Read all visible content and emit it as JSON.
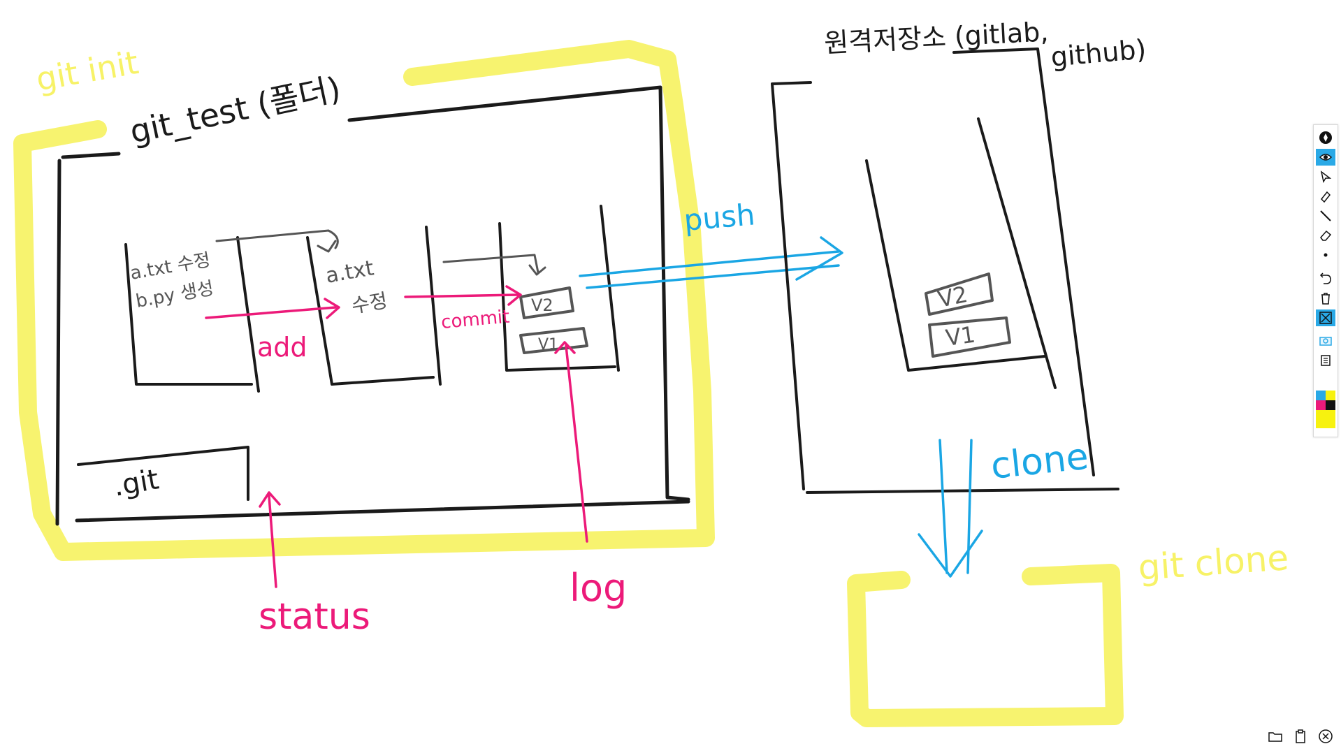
{
  "labels": {
    "git_init": "git init",
    "folder": "git_test (폴더)",
    "work_note_1": "a.txt 수정",
    "work_note_2": "b.py 생성",
    "staged_file": "a.txt",
    "staged_note": "수정",
    "add": "add",
    "commit": "commit",
    "v2": "V2",
    "v1": "V1",
    "git_dir": ".git",
    "status": "status",
    "log": "log",
    "push": "push",
    "remote_title_1": "원격저장소 (gitlab,",
    "remote_title_2": "github)",
    "clone": "clone",
    "git_clone": "git clone"
  },
  "colors": {
    "ink": "#1a1a1a",
    "gray": "#555555",
    "pink": "#ec1a79",
    "blue": "#1aa6e4",
    "yellow": "#f7f267"
  },
  "toolbar": {
    "items": [
      "pen-icon",
      "eye-icon",
      "pointer-icon",
      "highlighter-icon",
      "line-icon",
      "eraser-icon",
      "dot-icon",
      "undo-icon",
      "trash-icon",
      "close-box-icon",
      "camera-icon",
      "clipboard-icon"
    ],
    "active": [
      "eye-icon",
      "close-box-icon"
    ],
    "swatches": [
      "#2aa9e6",
      "#ec1a79",
      "#111111",
      "#f7f20f"
    ]
  },
  "corner": [
    "folder-icon",
    "clipboard-icon",
    "close-circle-icon"
  ]
}
